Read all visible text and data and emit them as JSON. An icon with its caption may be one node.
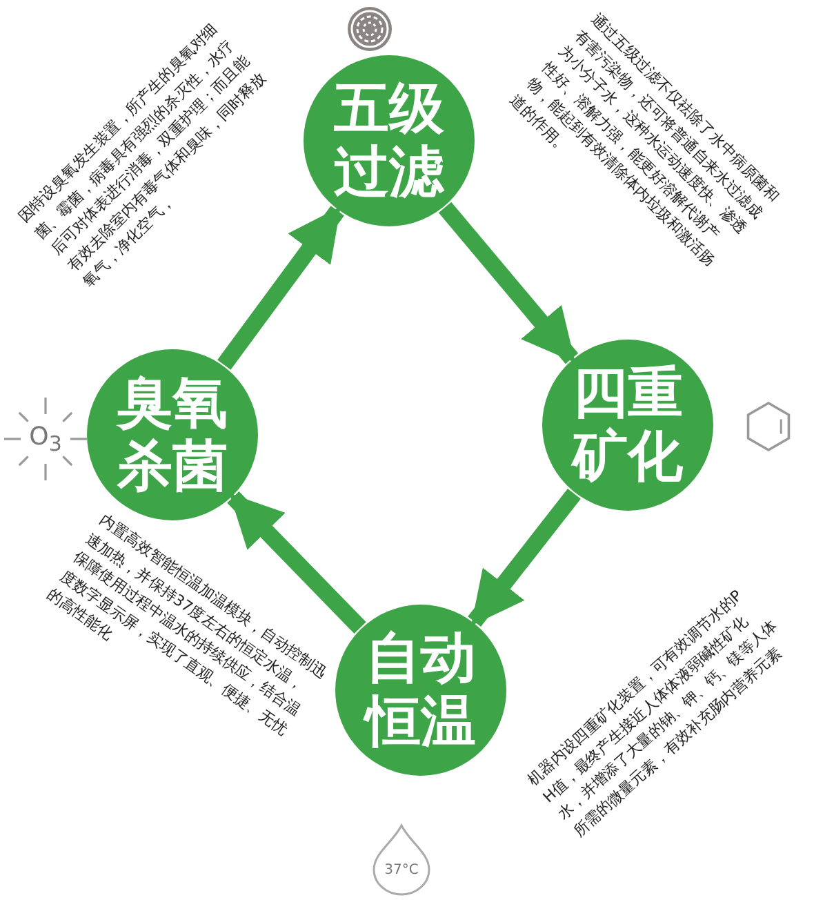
{
  "diagram": {
    "nodes": [
      {
        "text": [
          "五级过滤"
        ]
      },
      {
        "text": [
          "四重矿化"
        ]
      },
      {
        "text": [
          "自动恒温"
        ]
      },
      {
        "text": [
          "臭氧杀菌"
        ]
      }
    ],
    "edges": [
      {
        "from": 0,
        "to": 1,
        "arrow": "to"
      },
      {
        "from": 1,
        "to": 2,
        "arrow": "to"
      },
      {
        "from": 2,
        "to": 3,
        "arrow": "to"
      },
      {
        "from": 3,
        "to": 0,
        "arrow": "to"
      }
    ],
    "labels": [
      "因特设臭氧发生装置，所产生的臭氧对细菌、霉菌，病毒具有强烈的杀灭性，水疗后可对体表进行消毒，双重护理；而且能有效去除室内有毒气体和臭味，同时释放氧气，净化空气，",
      "通过五级过滤不仅祛除了水中病原菌和有害污染物，还可将普通自来水过滤成为小分子水，这种水运动速度快、渗透性好、溶解力强，能更好溶解代谢产物，能起到有效清除体内垃圾和激活肠道的作用。",
      "O$_{3}$",
      "内置高效智能恒温加温模块，自动控制迅速加热，并保持37度左右的恒定水温，保障使用过程中温水的持续供应，结合温度数字显示屏，实现了直观、便捷、无忧的高性能化",
      "机器内设四重矿化装置，可有效调节水的PH值，最终产生接近人体体液弱碱性矿化水，并增添了大量的钠、钾、钙、镁等人体所需的微量元素，有效补充肠内营养元素",
      "37°C"
    ]
  }
}
